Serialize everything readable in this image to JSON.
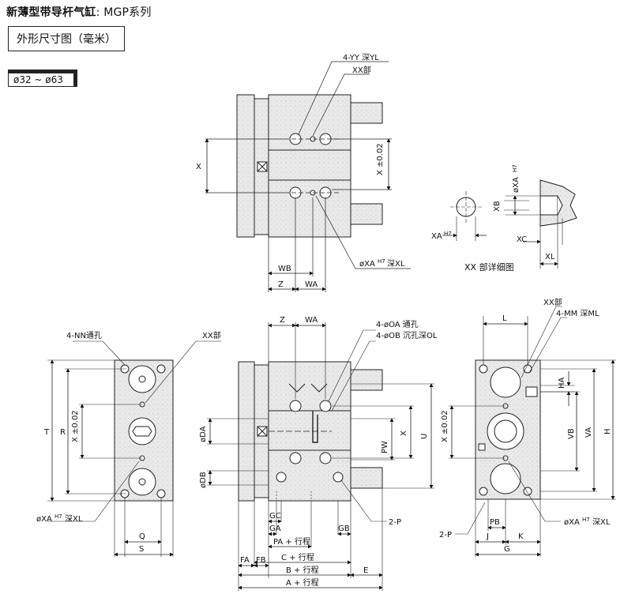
{
  "header": {
    "title_cn": "新薄型带导杆气缸",
    "title_sep": ": ",
    "title_en": "MGP系列"
  },
  "section": {
    "subtitle": "外形尺寸图（毫米）",
    "bore_range": "ø32 ~ ø63"
  },
  "top_view": {
    "labels": {
      "yy": "4-YY 深YL",
      "xx_part": "XX部",
      "x": "X",
      "x_tol": "X ±0.02",
      "wb": "WB",
      "z": "Z",
      "wa": "WA",
      "xa_hole": "øXA",
      "xa_fit": "H7",
      "xa_depth": "深XL"
    }
  },
  "detail_view": {
    "caption": "XX 部详细图",
    "labels": {
      "xa": "øXA",
      "xa_fit": "H7",
      "xb": "XB",
      "xa2": "XA",
      "xa2_fit": "H7",
      "xc": "XC",
      "xl": "XL"
    }
  },
  "left_view": {
    "labels": {
      "nn": "4-NN通孔",
      "xx_part": "XX部",
      "t": "T",
      "r": "R",
      "x_tol": "X ±0.02",
      "xa_hole": "øXA",
      "xa_fit": "H7",
      "xa_depth": "深XL",
      "q": "Q",
      "s": "S"
    }
  },
  "front_view": {
    "labels": {
      "z": "Z",
      "wa": "WA",
      "oa": "4-øOA 通孔",
      "ob": "4-øOB 沉孔深OL",
      "da": "øDA",
      "db": "øDB",
      "pw": "PW",
      "x": "X",
      "u": "U",
      "gc": "GC",
      "ga": "GA",
      "gb": "GB",
      "p": "2-P",
      "pa": "PA + 行程",
      "c": "C + 行程",
      "b": "B + 行程",
      "a": "A + 行程",
      "fa": "FA",
      "fb": "FB",
      "e": "E"
    }
  },
  "right_view": {
    "labels": {
      "l": "L",
      "xx_part": "XX部",
      "mm": "4-MM 深ML",
      "ha": "HA",
      "x_tol": "X ±0.02",
      "vb": "VB",
      "va": "VA",
      "h": "H",
      "p": "2-P",
      "pb": "PB",
      "j": "J",
      "k": "K",
      "g": "G",
      "xa_hole": "øXA",
      "xa_fit": "H7",
      "xa_depth": "深XL"
    }
  }
}
